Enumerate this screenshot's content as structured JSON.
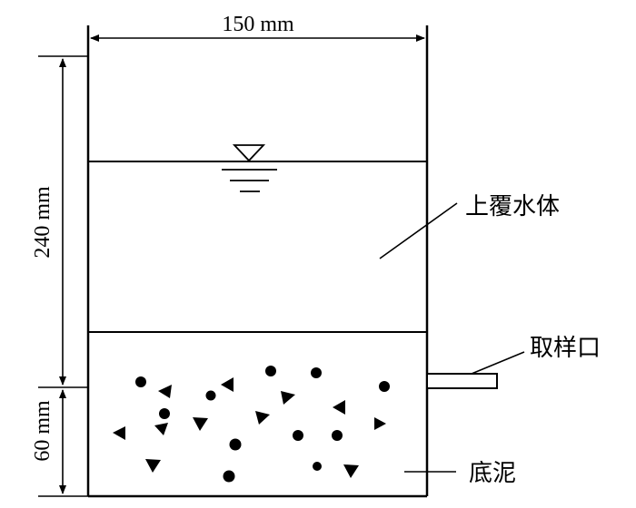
{
  "diagram": {
    "dimensions": {
      "width_label": "150 mm",
      "height_upper_label": "240 mm",
      "height_lower_label": "60 mm"
    },
    "labels": {
      "overlying_water": "上覆水体",
      "sampling_port": "取样口",
      "sediment": "底泥"
    },
    "symbols": {
      "water_level": "water-level-triangle-icon"
    },
    "colors": {
      "line": "#000000",
      "background": "#ffffff"
    }
  }
}
